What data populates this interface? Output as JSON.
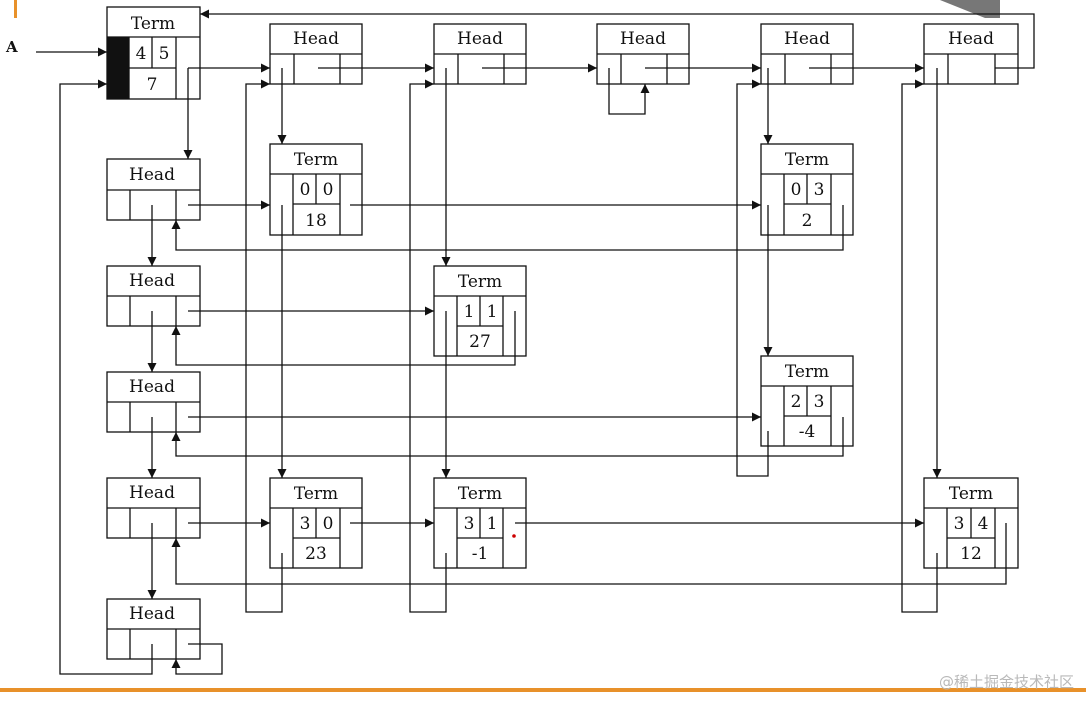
{
  "matrix_label": "A",
  "watermark": "@稀土掘金技术社区",
  "colors": {
    "line": "#111111",
    "accent": "#e8912a",
    "dot": "#cc0000"
  },
  "root": {
    "title": "Term",
    "rows": "4",
    "cols": "5",
    "count": "7"
  },
  "column_heads": [
    "Head",
    "Head",
    "Head",
    "Head",
    "Head"
  ],
  "row_heads": [
    "Head",
    "Head",
    "Head",
    "Head",
    "Head"
  ],
  "terms": [
    {
      "title": "Term",
      "row": "0",
      "col": "0",
      "value": "18"
    },
    {
      "title": "Term",
      "row": "0",
      "col": "3",
      "value": "2"
    },
    {
      "title": "Term",
      "row": "1",
      "col": "1",
      "value": "27"
    },
    {
      "title": "Term",
      "row": "2",
      "col": "3",
      "value": "-4"
    },
    {
      "title": "Term",
      "row": "3",
      "col": "0",
      "value": "23"
    },
    {
      "title": "Term",
      "row": "3",
      "col": "1",
      "value": "-1"
    },
    {
      "title": "Term",
      "row": "3",
      "col": "4",
      "value": "12"
    }
  ]
}
